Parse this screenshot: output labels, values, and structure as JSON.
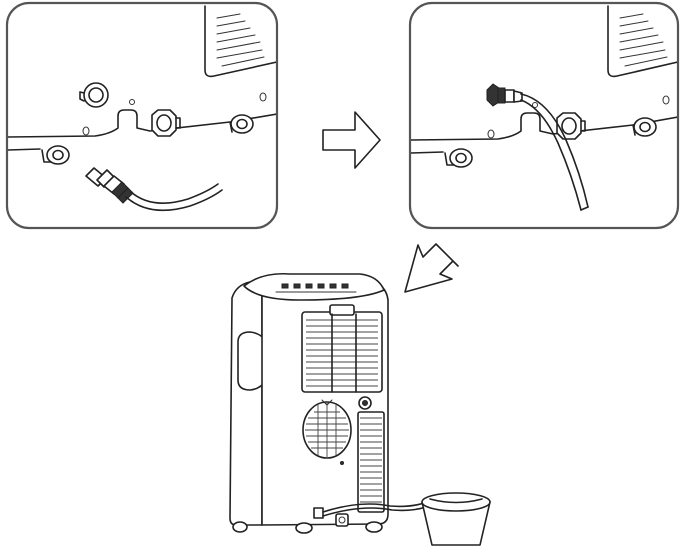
{
  "figure": {
    "background": "#ffffff",
    "line_color": "#222222",
    "frame_color": "#555555",
    "panels": [
      {
        "id": "panel-1",
        "icon": "drain-outlet-with-detached-hose"
      },
      {
        "id": "panel-2",
        "icon": "hose-connected-to-drain-outlet"
      }
    ],
    "arrows": [
      {
        "id": "arrow-right",
        "icon": "outline-arrow-right"
      },
      {
        "id": "arrow-down-left",
        "icon": "outline-arrow-down-left"
      }
    ],
    "result": {
      "icon": "dehumidifier-draining-into-bucket"
    }
  }
}
